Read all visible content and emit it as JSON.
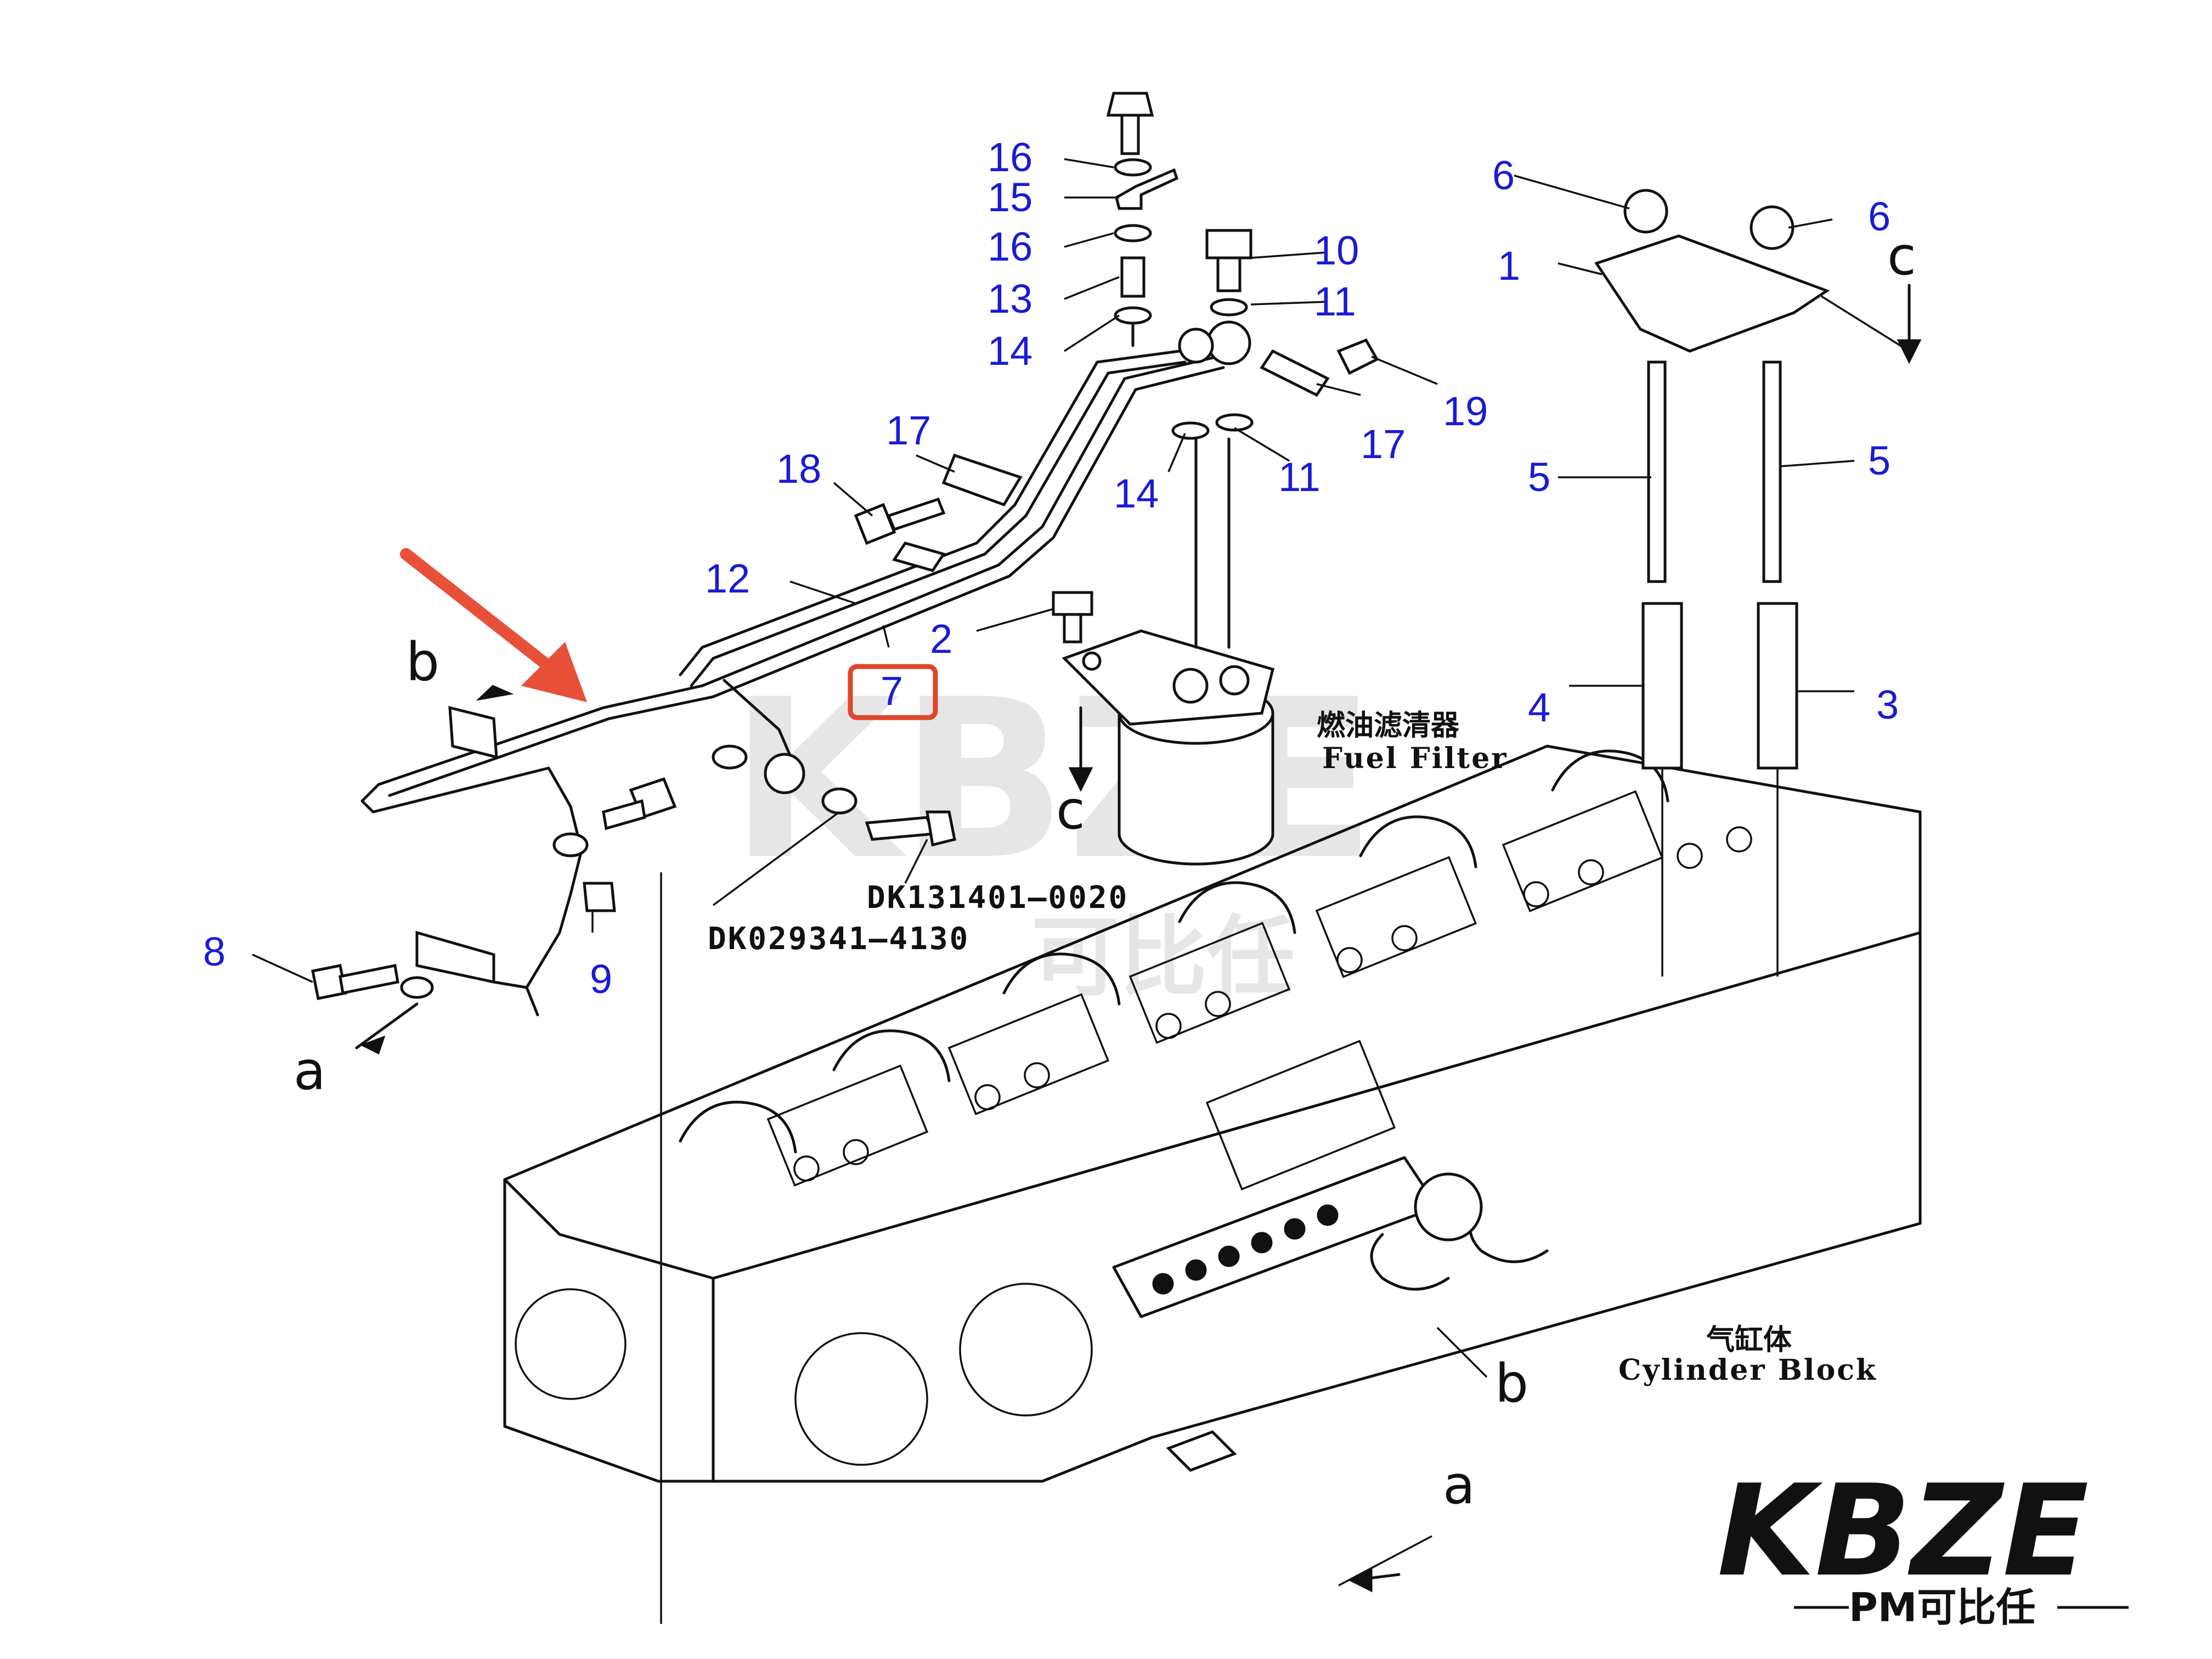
{
  "callouts": {
    "c16a": "16",
    "c15": "15",
    "c16b": "16",
    "c13": "13",
    "c14a": "14",
    "c10": "10",
    "c11a": "11",
    "c19": "19",
    "c17a": "17",
    "c17b": "17",
    "c18": "18",
    "c14b": "14",
    "c11b": "11",
    "c12": "12",
    "c2": "2",
    "c7": "7",
    "c6a": "6",
    "c6b": "6",
    "c1": "1",
    "c5a": "5",
    "c5b": "5",
    "c4": "4",
    "c3": "3",
    "c8": "8",
    "c9": "9"
  },
  "ref_letters": {
    "b_top": "b",
    "a_left": "a",
    "c_right": "c",
    "c_filter": "c",
    "b_bottom": "b",
    "a_bottom": "a"
  },
  "part_numbers": {
    "bolt_ref": "DK131401—0020",
    "washer_ref": "DK029341—4130"
  },
  "labels": {
    "fuel_filter_cn": "燃油滤清器",
    "fuel_filter_en": "Fuel Filter",
    "cylinder_block_cn": "气缸体",
    "cylinder_block_en": "Cylinder Block"
  },
  "watermark": {
    "text": "KBZE",
    "sub": "可比任"
  },
  "logo": {
    "brand": "KBZE",
    "tagline": "PM可比任"
  },
  "highlight": {
    "part": "7",
    "color": "#e0452a"
  },
  "colors": {
    "callout": "#1a1ad6",
    "arrow": "#e8503a",
    "line": "#111111"
  }
}
